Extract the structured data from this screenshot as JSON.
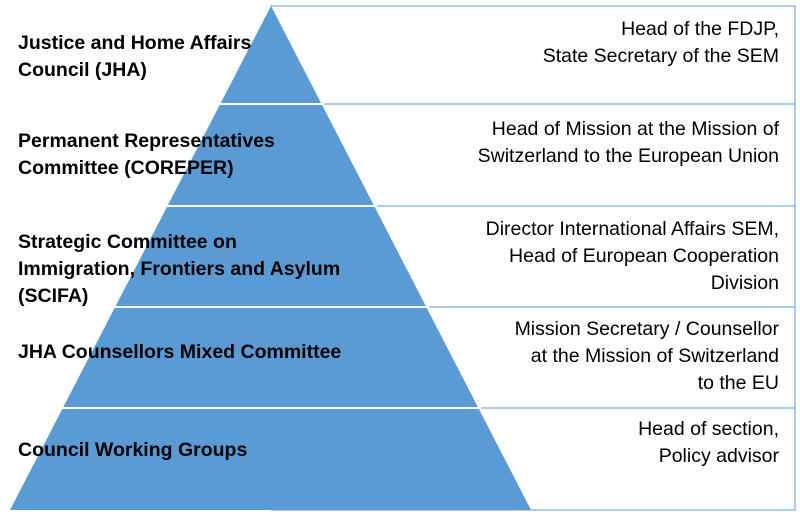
{
  "pyramid": {
    "fill_color": "#5b9bd5",
    "border_color": "#ffffff",
    "box_border_color": "#5b9bd5",
    "levels": [
      {
        "body": "Justice and Home Affairs\nCouncil (JHA)",
        "representative": "Head of the FDJP,\nState Secretary of the SEM"
      },
      {
        "body": "Permanent Representatives\nCommittee (COREPER)",
        "representative": "Head of Mission at the Mission of\nSwitzerland to the European Union"
      },
      {
        "body": "Strategic Committee on\nImmigration, Frontiers and Asylum\n(SCIFA)",
        "representative": "Director International Affairs SEM,\nHead of European Cooperation\nDivision"
      },
      {
        "body": "JHA Counsellors Mixed Committee",
        "representative": "Mission Secretary / Counsellor\nat the Mission of Switzerland\nto the EU"
      },
      {
        "body": "Council Working Groups",
        "representative": "Head of section,\nPolicy advisor"
      }
    ]
  }
}
